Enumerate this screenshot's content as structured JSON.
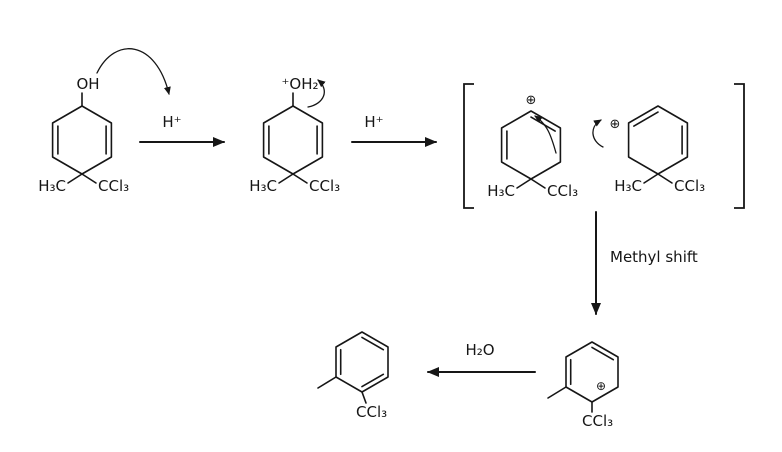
{
  "mechanism": {
    "reactant": {
      "hydroxyl": "OH",
      "methyl": "H₃C",
      "ccl3": "CCl₃"
    },
    "step1_arrow": "H⁺",
    "protonated": {
      "oxonium": "⁺OH₂",
      "methyl": "H₃C",
      "ccl3": "CCl₃"
    },
    "step2_arrow": "H⁺",
    "resonance_left": {
      "charge": "⊕",
      "methyl": "H₃C",
      "ccl3": "CCl₃"
    },
    "resonance_right": {
      "charge": "⊕",
      "methyl": "H₃C",
      "ccl3": "CCl₃"
    },
    "methyl_shift_arrow": "Methyl shift",
    "shifted_cation": {
      "charge": "⊕",
      "ccl3": "CCl₃"
    },
    "water_loss_arrow": "H₂O",
    "product": {
      "ccl3": "CCl₃"
    }
  }
}
